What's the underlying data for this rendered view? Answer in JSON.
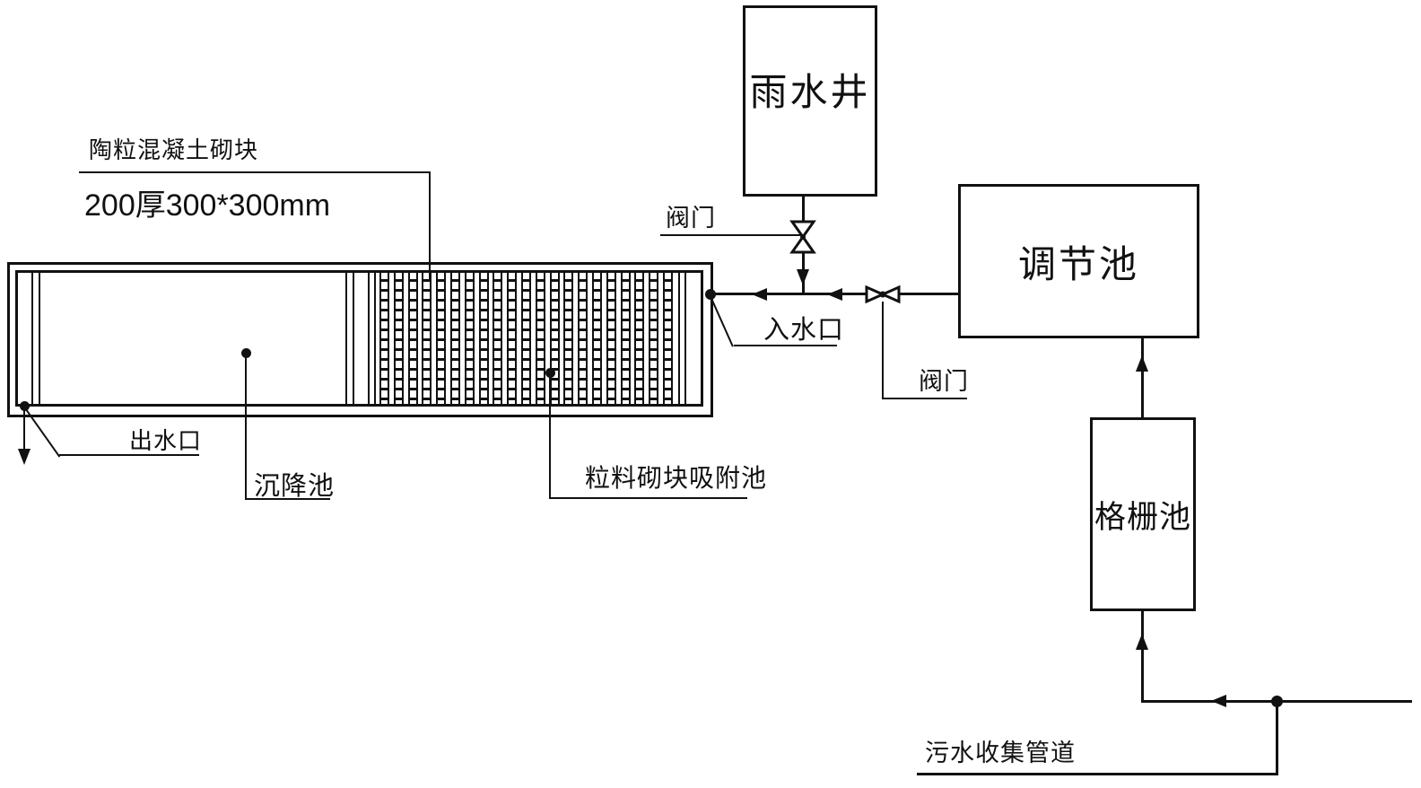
{
  "colors": {
    "line": "#111111",
    "background": "#ffffff"
  },
  "tank": {
    "labels": {
      "ceramsite_block": "陶粒混凝土砌块",
      "block_size": "200厚300*300mm",
      "outlet": "出水口",
      "settling_pool": "沉降池",
      "adsorption_pool": "粒料砌块吸附池",
      "inlet": "入水口"
    }
  },
  "boxes": {
    "rainwater_well": {
      "label": "雨水井"
    },
    "regulating_pool": {
      "label": "调节池"
    },
    "grid_pool": {
      "label": "格栅池"
    }
  },
  "valves": {
    "top_label": "阀门",
    "side_label": "阀门"
  },
  "pipes": {
    "sewage_label": "污水收集管道"
  }
}
